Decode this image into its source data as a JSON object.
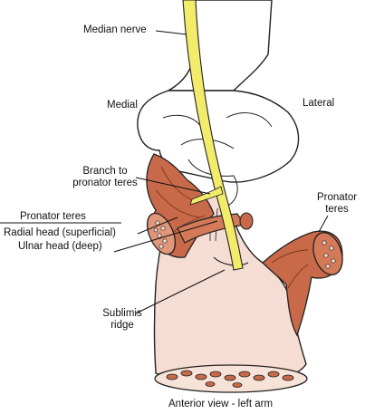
{
  "labels": {
    "median_nerve": "Median nerve",
    "medial": "Medial",
    "lateral": "Lateral",
    "branch_line1": "Branch to",
    "branch_line2": "pronator teres",
    "pronator_teres_left": "Pronator teres",
    "radial_head": "Radial head (superficial)",
    "ulnar_head": "Ulnar head (deep)",
    "pronator_right_line1": "Pronator",
    "pronator_right_line2": "teres",
    "sublimis_line1": "Sublimis",
    "sublimis_line2": "ridge",
    "caption": "Anterior view - left arm"
  },
  "colors": {
    "muscle": "#c86a4a",
    "muscle_light": "#e2967a",
    "bone_tint": "#f6ddd3",
    "nerve": "#f3ec6a",
    "outline": "#222222"
  }
}
